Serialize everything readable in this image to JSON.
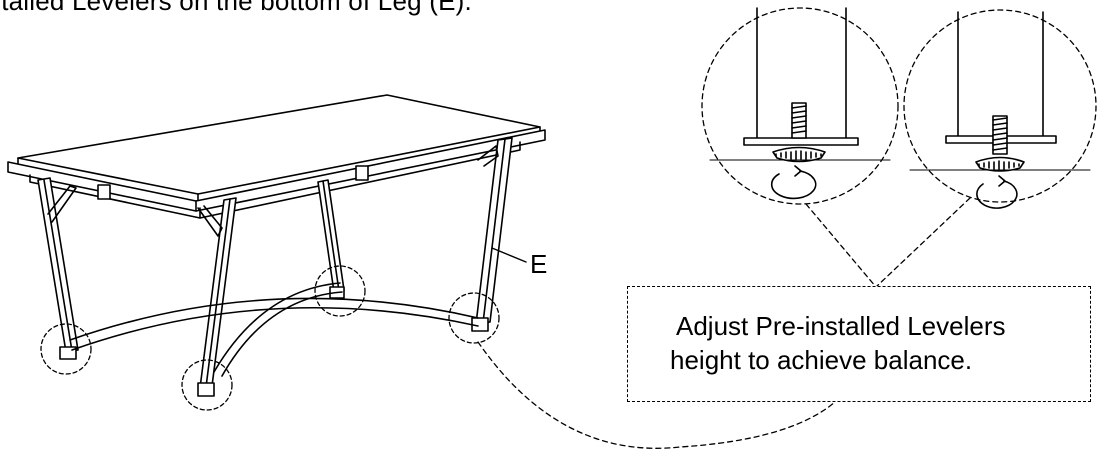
{
  "header": {
    "instruction_fragment": "stalled Levelers on the bottom of Leg (E)."
  },
  "diagram": {
    "part_label": "E",
    "note": {
      "line1": "Adjust Pre-installed Levelers",
      "line2": "height to achieve balance."
    }
  }
}
